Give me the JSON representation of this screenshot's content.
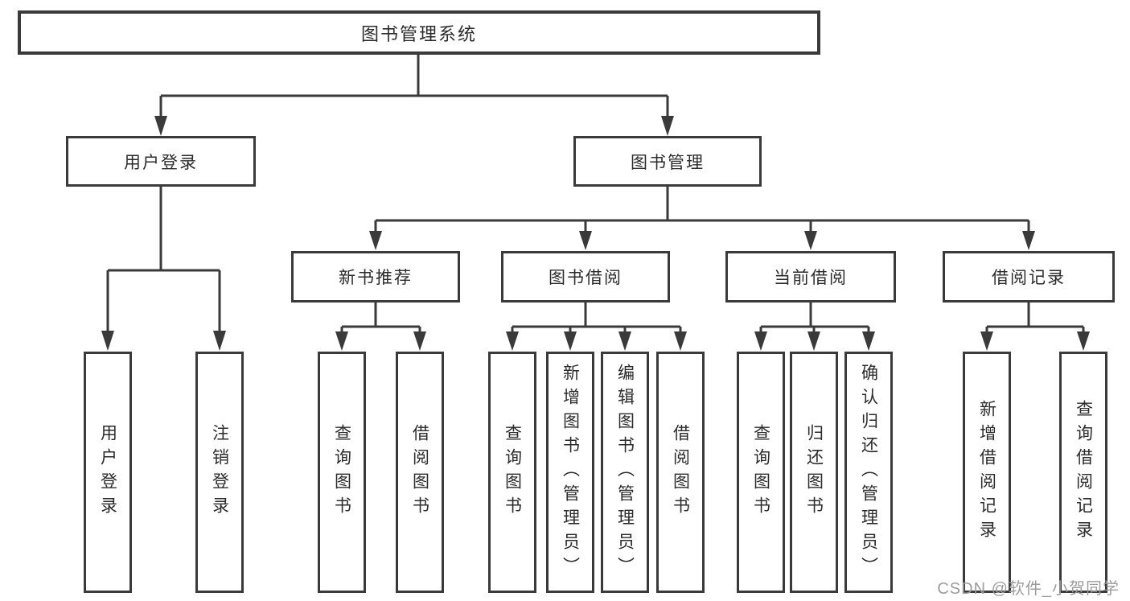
{
  "diagram": {
    "root": "图书管理系统",
    "level2": {
      "login": "用户登录",
      "manage": "图书管理"
    },
    "sections": {
      "newbook": "新书推荐",
      "borrow": "图书借阅",
      "current": "当前借阅",
      "records": "借阅记录"
    },
    "leaves": {
      "login": [
        "用户登录",
        "注销登录"
      ],
      "newbook": [
        "查询图书",
        "借阅图书"
      ],
      "borrow": [
        "查询图书",
        "新增图书（管理员）",
        "编辑图书（管理员）",
        "借阅图书"
      ],
      "current": [
        "查询图书",
        "归还图书",
        "确认归还（管理员）"
      ],
      "records": [
        "新增借阅记录",
        "查询借阅记录"
      ]
    }
  },
  "watermark": "CSDN @软件_小贺同学",
  "colors": {
    "line": "#3a3a3a",
    "text": "#2b2b2b",
    "background": "#ffffff",
    "watermark": "#9c9c9c"
  }
}
